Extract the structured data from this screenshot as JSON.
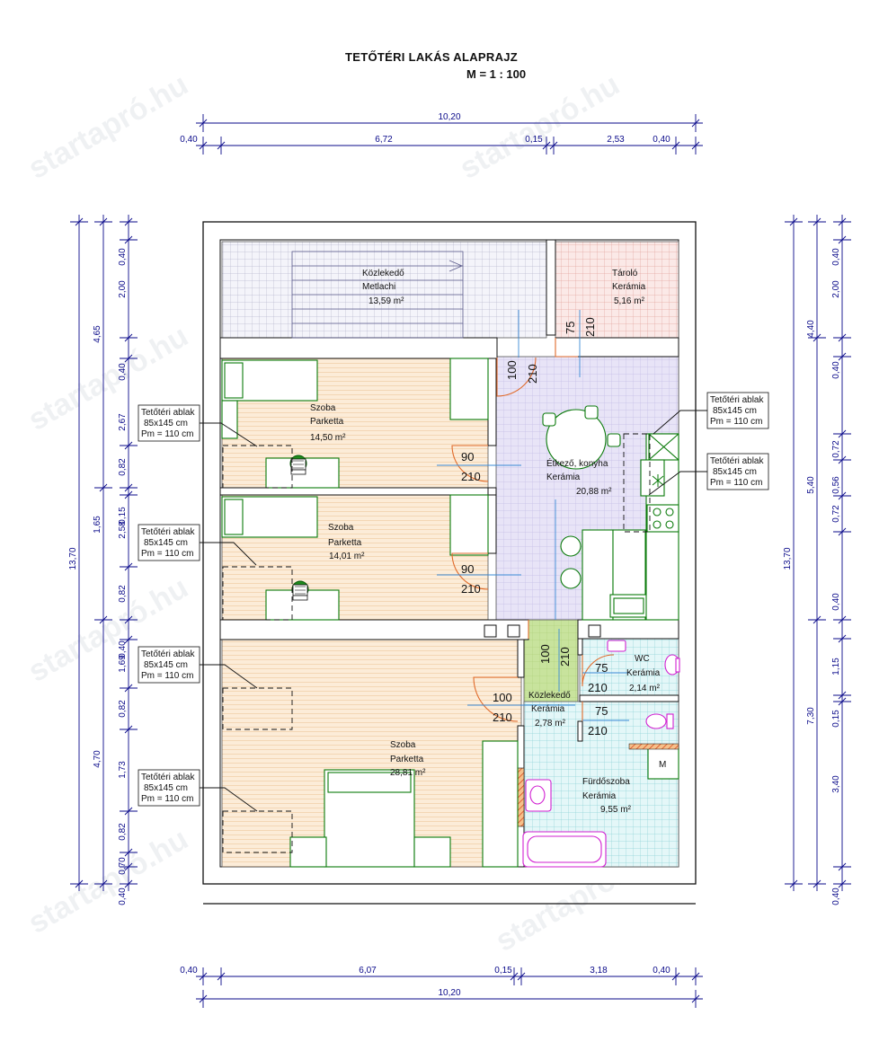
{
  "title": "TETŐTÉRI LAKÁS ALAPRAJZ",
  "scale": "M = 1 : 100",
  "dims_top": {
    "total": "10,20",
    "parts": [
      "0,40",
      "6,72",
      "0,15",
      "2,53",
      "0,40"
    ]
  },
  "dims_bottom": {
    "total": "10,20",
    "parts": [
      "0,40",
      "6,07",
      "0,15",
      "3,18",
      "0,40"
    ]
  },
  "dims_left": {
    "total": "13,70",
    "mid": [
      "4,65",
      "1,65",
      "4,70"
    ],
    "inner": [
      "0,40",
      "2,00",
      "0,40",
      "2,67",
      "0,82",
      "0,15",
      "2,58",
      "0,82",
      "0,40",
      "1,69",
      "0,82",
      "1,73",
      "0,82",
      "0,70",
      "0,40"
    ]
  },
  "dims_right": {
    "total": "13,70",
    "mid": [
      "4,40",
      "5,40",
      "7,30"
    ],
    "inner": [
      "0,40",
      "2,00",
      "0,40",
      "0,72",
      "0,56",
      "0,72",
      "0,40",
      "1,15",
      "0,15",
      "3,40",
      "0,40"
    ]
  },
  "rooms": [
    {
      "name": "Közlekedő",
      "floor": "Metlachi",
      "area": "13,59 m²"
    },
    {
      "name": "Tároló",
      "floor": "Kerámia",
      "area": "5,16 m²"
    },
    {
      "name": "Szoba",
      "floor": "Parketta",
      "area": "14,50 m²"
    },
    {
      "name": "Étkező, konyha",
      "floor": "Kerámia",
      "area": "20,88 m²"
    },
    {
      "name": "Szoba",
      "floor": "Parketta",
      "area": "14,01 m²"
    },
    {
      "name": "WC",
      "floor": "Kerámia",
      "area": "2,14 m²"
    },
    {
      "name": "Közlekedő",
      "floor": "Kerámia",
      "area": "2,78 m²"
    },
    {
      "name": "Szoba",
      "floor": "Parketta",
      "area": "28,81 m²"
    },
    {
      "name": "Fürdőszoba",
      "floor": "Kerámia",
      "area": "9,55 m²"
    }
  ],
  "window_note": {
    "line1": "Tetőtéri ablak",
    "line2": "85x145 cm",
    "line3": "Pm = 110 cm"
  },
  "doors": [
    {
      "w": "75",
      "h": "210"
    },
    {
      "w": "100",
      "h": "210"
    },
    {
      "w": "90",
      "h": "210"
    },
    {
      "w": "90",
      "h": "210"
    },
    {
      "w": "100",
      "h": "210"
    },
    {
      "w": "75",
      "h": "210"
    },
    {
      "w": "100",
      "h": "210"
    },
    {
      "w": "75",
      "h": "210"
    }
  ],
  "fixture_label": "M",
  "watermark": "startapró.hu",
  "colors": {
    "dim_line": "#0a0a8a",
    "metlachi": "#f2f2f8",
    "tarolo": "#fbe8e6",
    "parketta": "#fcebd6",
    "kitchen": "#e6e2f6",
    "corridor_green": "#c6e29a",
    "bath": "#e3f6f7",
    "furniture": "#0a7a0a",
    "sanitary": "#d11fd1",
    "door_arc": "#e06a2a"
  }
}
